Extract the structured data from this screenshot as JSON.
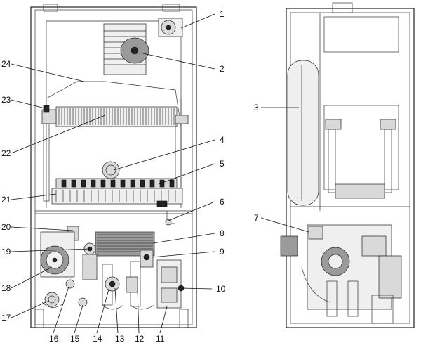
{
  "callouts": {
    "front": [
      "1",
      "2",
      "4",
      "5",
      "6",
      "8",
      "9",
      "10",
      "11",
      "12",
      "13",
      "14",
      "15",
      "16",
      "17",
      "18",
      "19",
      "20",
      "21",
      "22",
      "23",
      "24"
    ],
    "side": [
      "3",
      "7"
    ]
  },
  "colors": {
    "ink": "#111111",
    "background": "#ffffff",
    "shading": "#9a9a9a"
  }
}
